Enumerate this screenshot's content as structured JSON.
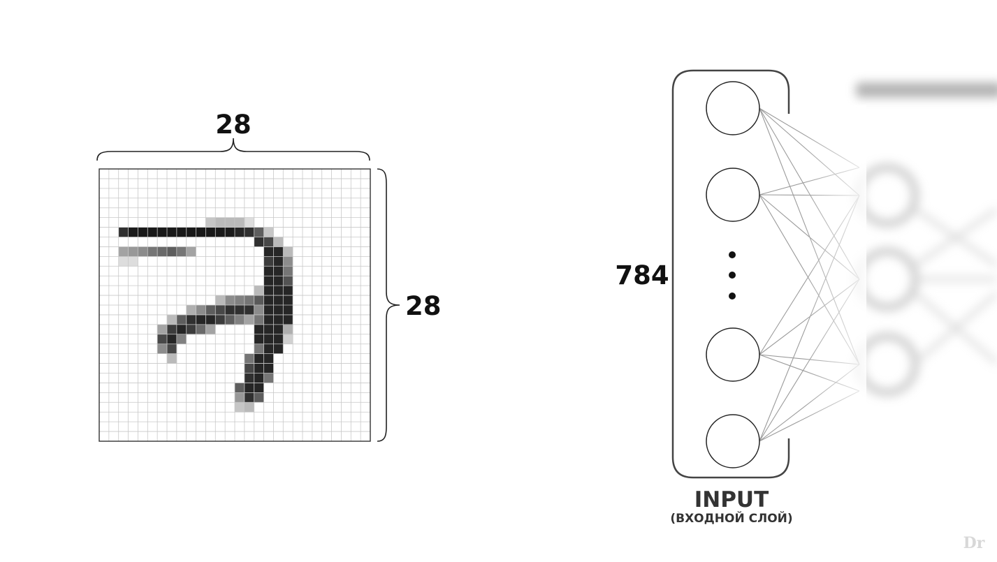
{
  "image_grid": {
    "width_label": "28",
    "height_label": "28",
    "rows": 28,
    "cols": 28,
    "pixels": [
      [
        2,
        6,
        3,
        1,
        0.9
      ],
      [
        3,
        6,
        3,
        1,
        0.9
      ],
      [
        4,
        6,
        3,
        1,
        0.9
      ],
      [
        5,
        6,
        3,
        1,
        0.9
      ],
      [
        6,
        6,
        3,
        1,
        0.9
      ],
      [
        7,
        6,
        3,
        1,
        0.9
      ],
      [
        8,
        6,
        3,
        1,
        0.9
      ],
      [
        9,
        6,
        3,
        1,
        0.9
      ],
      [
        10,
        6,
        3,
        1,
        0.9
      ],
      [
        11,
        6,
        3,
        1,
        0.9
      ],
      [
        2,
        8,
        1,
        1,
        0.4
      ],
      [
        3,
        8,
        1,
        1,
        0.45
      ],
      [
        4,
        8,
        1,
        1,
        0.5
      ],
      [
        5,
        8,
        1,
        1,
        0.6
      ],
      [
        6,
        8,
        1,
        1,
        0.65
      ],
      [
        7,
        8,
        1,
        1,
        0.7
      ],
      [
        8,
        8,
        1,
        1,
        0.6
      ],
      [
        9,
        8,
        1,
        1,
        0.4
      ],
      [
        2,
        9,
        1,
        1,
        0.15
      ],
      [
        3,
        9,
        1,
        1,
        0.15
      ],
      [
        11,
        5,
        1,
        1,
        0.25
      ],
      [
        12,
        5,
        1,
        1,
        0.3
      ],
      [
        13,
        5,
        1,
        1,
        0.3
      ],
      [
        14,
        5,
        1,
        1,
        0.3
      ],
      [
        15,
        5,
        1,
        1,
        0.15
      ],
      [
        12,
        6,
        2,
        1,
        0.95
      ],
      [
        14,
        6,
        1,
        1,
        0.95
      ],
      [
        15,
        6,
        1,
        1,
        0.9
      ],
      [
        16,
        6,
        1,
        1,
        0.7
      ],
      [
        17,
        6,
        1,
        1,
        0.25
      ],
      [
        16,
        7,
        1,
        1,
        0.9
      ],
      [
        17,
        7,
        1,
        1,
        0.8
      ],
      [
        18,
        7,
        1,
        1,
        0.3
      ],
      [
        17,
        8,
        2,
        1,
        0.95
      ],
      [
        19,
        8,
        1,
        1,
        0.3
      ],
      [
        17,
        9,
        1,
        1,
        0.85
      ],
      [
        18,
        9,
        1,
        1,
        0.95
      ],
      [
        19,
        9,
        1,
        1,
        0.5
      ],
      [
        17,
        10,
        2,
        1,
        0.95
      ],
      [
        19,
        10,
        1,
        1,
        0.6
      ],
      [
        17,
        11,
        2,
        1,
        0.95
      ],
      [
        19,
        11,
        1,
        1,
        0.75
      ],
      [
        16,
        12,
        1,
        1,
        0.3
      ],
      [
        17,
        12,
        3,
        1,
        0.95
      ],
      [
        16,
        13,
        1,
        1,
        0.3
      ],
      [
        17,
        13,
        3,
        1,
        0.95
      ],
      [
        16,
        14,
        1,
        1,
        0.5
      ],
      [
        17,
        14,
        3,
        1,
        0.95
      ],
      [
        16,
        15,
        1,
        1,
        0.6
      ],
      [
        17,
        15,
        3,
        1,
        0.95
      ],
      [
        16,
        16,
        3,
        1,
        0.95
      ],
      [
        19,
        16,
        1,
        1,
        0.35
      ],
      [
        16,
        17,
        3,
        1,
        0.95
      ],
      [
        19,
        17,
        1,
        1,
        0.2
      ],
      [
        16,
        18,
        1,
        1,
        0.6
      ],
      [
        17,
        18,
        2,
        1,
        0.95
      ],
      [
        15,
        19,
        1,
        1,
        0.6
      ],
      [
        16,
        19,
        2,
        1,
        0.95
      ],
      [
        15,
        20,
        1,
        1,
        0.8
      ],
      [
        16,
        20,
        2,
        1,
        0.95
      ],
      [
        15,
        21,
        1,
        1,
        0.9
      ],
      [
        16,
        21,
        1,
        1,
        0.95
      ],
      [
        17,
        21,
        1,
        1,
        0.6
      ],
      [
        14,
        22,
        1,
        1,
        0.7
      ],
      [
        15,
        22,
        2,
        1,
        0.95
      ],
      [
        14,
        23,
        1,
        1,
        0.45
      ],
      [
        15,
        23,
        1,
        1,
        0.9
      ],
      [
        16,
        23,
        1,
        1,
        0.7
      ],
      [
        14,
        24,
        1,
        1,
        0.25
      ],
      [
        15,
        24,
        1,
        1,
        0.3
      ],
      [
        12,
        13,
        1,
        1,
        0.3
      ],
      [
        13,
        13,
        1,
        1,
        0.5
      ],
      [
        14,
        13,
        1,
        1,
        0.55
      ],
      [
        15,
        13,
        1,
        1,
        0.6
      ],
      [
        16,
        13,
        1,
        1,
        0.6
      ],
      [
        9,
        14,
        1,
        1,
        0.35
      ],
      [
        10,
        14,
        1,
        1,
        0.5
      ],
      [
        11,
        14,
        1,
        1,
        0.7
      ],
      [
        12,
        14,
        1,
        1,
        0.8
      ],
      [
        13,
        14,
        3,
        1,
        0.9
      ],
      [
        7,
        15,
        1,
        1,
        0.3
      ],
      [
        8,
        15,
        1,
        1,
        0.7
      ],
      [
        9,
        15,
        1,
        1,
        0.9
      ],
      [
        10,
        15,
        1,
        1,
        0.95
      ],
      [
        11,
        15,
        1,
        1,
        0.95
      ],
      [
        12,
        15,
        1,
        1,
        0.85
      ],
      [
        13,
        15,
        1,
        1,
        0.7
      ],
      [
        14,
        15,
        1,
        1,
        0.55
      ],
      [
        15,
        15,
        1,
        1,
        0.4
      ],
      [
        6,
        16,
        1,
        1,
        0.4
      ],
      [
        7,
        16,
        1,
        1,
        0.85
      ],
      [
        8,
        16,
        1,
        1,
        0.95
      ],
      [
        9,
        16,
        1,
        1,
        0.85
      ],
      [
        10,
        16,
        1,
        1,
        0.65
      ],
      [
        11,
        16,
        1,
        1,
        0.4
      ],
      [
        6,
        17,
        1,
        1,
        0.8
      ],
      [
        7,
        17,
        1,
        1,
        0.95
      ],
      [
        8,
        17,
        1,
        1,
        0.55
      ],
      [
        6,
        18,
        1,
        1,
        0.5
      ],
      [
        7,
        18,
        1,
        1,
        0.8
      ],
      [
        7,
        19,
        1,
        1,
        0.3
      ]
    ]
  },
  "network": {
    "neuron_count_label": "784",
    "layer_title": "INPUT",
    "layer_subtitle": "(ВХОДНОЙ СЛОЙ)",
    "visible_neurons": 4,
    "ellipsis_dots": 3
  },
  "watermark": "Dr",
  "colors": {
    "grid_line": "#c8c8c8",
    "ink": "#1a1a1a",
    "outline": "#333333",
    "connection": "#9a9a9a"
  }
}
